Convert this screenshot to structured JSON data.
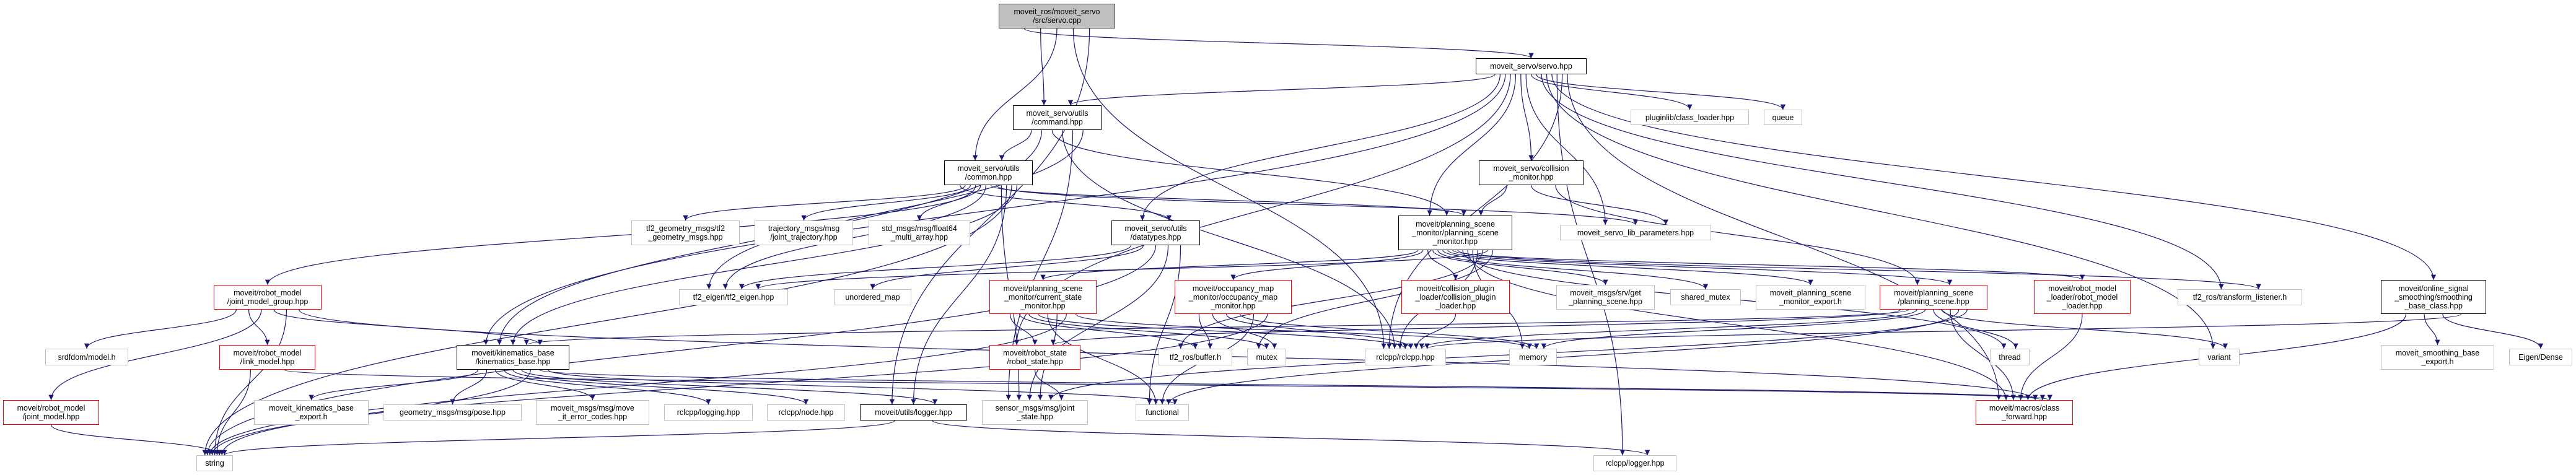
{
  "graph": {
    "edge_color": "#191970",
    "legend_colors": {
      "root_fill": "#bfbfbf",
      "documented_border": "#000000",
      "truncated_border": "#ff0000",
      "external_border": "#bfbfbf"
    },
    "nodes": [
      {
        "id": "cpp",
        "kind": "root",
        "lines": [
          "moveit_ros/moveit_servo",
          "/src/servo.cpp"
        ]
      },
      {
        "id": "servo_hpp",
        "kind": "documented",
        "lines": [
          "moveit_servo/servo.hpp"
        ]
      },
      {
        "id": "command",
        "kind": "documented",
        "lines": [
          "moveit_servo/utils",
          "/command.hpp"
        ]
      },
      {
        "id": "common",
        "kind": "documented",
        "lines": [
          "moveit_servo/utils",
          "/common.hpp"
        ]
      },
      {
        "id": "collision_monitor",
        "kind": "documented",
        "lines": [
          "moveit_servo/collision",
          "_monitor.hpp"
        ]
      },
      {
        "id": "pluginlib",
        "kind": "external",
        "lines": [
          "pluginlib/class_loader.hpp"
        ]
      },
      {
        "id": "queue",
        "kind": "external",
        "lines": [
          "queue"
        ]
      },
      {
        "id": "tf2_geometry",
        "kind": "external",
        "lines": [
          "tf2_geometry_msgs/tf2",
          "_geometry_msgs.hpp"
        ]
      },
      {
        "id": "trajectory",
        "kind": "external",
        "lines": [
          "trajectory_msgs/msg",
          "/joint_trajectory.hpp"
        ]
      },
      {
        "id": "std_msgs",
        "kind": "external",
        "lines": [
          "std_msgs/msg/float64",
          "_multi_array.hpp"
        ]
      },
      {
        "id": "datatypes",
        "kind": "documented",
        "lines": [
          "moveit_servo/utils",
          "/datatypes.hpp"
        ]
      },
      {
        "id": "psm",
        "kind": "documented",
        "lines": [
          "moveit/planning_scene",
          "_monitor/planning_scene",
          "_monitor.hpp"
        ]
      },
      {
        "id": "servo_params",
        "kind": "external",
        "lines": [
          "moveit_servo_lib_parameters.hpp"
        ]
      },
      {
        "id": "jmg",
        "kind": "truncated",
        "lines": [
          "moveit/robot_model",
          "/joint_model_group.hpp"
        ]
      },
      {
        "id": "tf2_eigen",
        "kind": "external",
        "lines": [
          "tf2_eigen/tf2_eigen.hpp"
        ]
      },
      {
        "id": "unordered_map",
        "kind": "external",
        "lines": [
          "unordered_map"
        ]
      },
      {
        "id": "csm",
        "kind": "truncated",
        "lines": [
          "moveit/planning_scene",
          "_monitor/current_state",
          "_monitor.hpp"
        ]
      },
      {
        "id": "omm",
        "kind": "truncated",
        "lines": [
          "moveit/occupancy_map",
          "_monitor/occupancy_map",
          "_monitor.hpp"
        ]
      },
      {
        "id": "cpl",
        "kind": "truncated",
        "lines": [
          "moveit/collision_plugin",
          "_loader/collision_plugin",
          "_loader.hpp"
        ]
      },
      {
        "id": "get_ps",
        "kind": "external",
        "lines": [
          "moveit_msgs/srv/get",
          "_planning_scene.hpp"
        ]
      },
      {
        "id": "shared_mutex",
        "kind": "external",
        "lines": [
          "shared_mutex"
        ]
      },
      {
        "id": "psm_export",
        "kind": "external",
        "lines": [
          "moveit_planning_scene",
          "_monitor_export.h"
        ]
      },
      {
        "id": "planning_scene",
        "kind": "truncated",
        "lines": [
          "moveit/planning_scene",
          "/planning_scene.hpp"
        ]
      },
      {
        "id": "rml",
        "kind": "truncated",
        "lines": [
          "moveit/robot_model",
          "_loader/robot_model",
          "_loader.hpp"
        ]
      },
      {
        "id": "tf_listener",
        "kind": "external",
        "lines": [
          "tf2_ros/transform_listener.h"
        ]
      },
      {
        "id": "smoothing",
        "kind": "documented",
        "lines": [
          "moveit/online_signal",
          "_smoothing/smoothing",
          "_base_class.hpp"
        ]
      },
      {
        "id": "srdfdom",
        "kind": "external",
        "lines": [
          "srdfdom/model.h"
        ]
      },
      {
        "id": "link_model",
        "kind": "truncated",
        "lines": [
          "moveit/robot_model",
          "/link_model.hpp"
        ]
      },
      {
        "id": "kinematics_base",
        "kind": "documented",
        "lines": [
          "moveit/kinematics_base",
          "/kinematics_base.hpp"
        ]
      },
      {
        "id": "robot_state",
        "kind": "truncated",
        "lines": [
          "moveit/robot_state",
          "/robot_state.hpp"
        ]
      },
      {
        "id": "tf2_buffer",
        "kind": "external",
        "lines": [
          "tf2_ros/buffer.h"
        ]
      },
      {
        "id": "mutex",
        "kind": "external",
        "lines": [
          "mutex"
        ]
      },
      {
        "id": "rclcpp",
        "kind": "external",
        "lines": [
          "rclcpp/rclcpp.hpp"
        ]
      },
      {
        "id": "memory",
        "kind": "external",
        "lines": [
          "memory"
        ]
      },
      {
        "id": "thread",
        "kind": "external",
        "lines": [
          "thread"
        ]
      },
      {
        "id": "variant",
        "kind": "external",
        "lines": [
          "variant"
        ]
      },
      {
        "id": "smoothing_export",
        "kind": "external",
        "lines": [
          "moveit_smoothing_base",
          "_export.h"
        ]
      },
      {
        "id": "eigen_dense",
        "kind": "external",
        "lines": [
          "Eigen/Dense"
        ]
      },
      {
        "id": "joint_model",
        "kind": "truncated",
        "lines": [
          "moveit/robot_model",
          "/joint_model.hpp"
        ]
      },
      {
        "id": "kin_export",
        "kind": "external",
        "lines": [
          "moveit_kinematics_base",
          "_export.h"
        ]
      },
      {
        "id": "pose",
        "kind": "external",
        "lines": [
          "geometry_msgs/msg/pose.hpp"
        ]
      },
      {
        "id": "error_codes",
        "kind": "external",
        "lines": [
          "moveit_msgs/msg/move",
          "_it_error_codes.hpp"
        ]
      },
      {
        "id": "logging",
        "kind": "external",
        "lines": [
          "rclcpp/logging.hpp"
        ]
      },
      {
        "id": "node",
        "kind": "external",
        "lines": [
          "rclcpp/node.hpp"
        ]
      },
      {
        "id": "logger",
        "kind": "documented",
        "lines": [
          "moveit/utils/logger.hpp"
        ]
      },
      {
        "id": "sensor",
        "kind": "external",
        "lines": [
          "sensor_msgs/msg/joint",
          "_state.hpp"
        ]
      },
      {
        "id": "functional",
        "kind": "external",
        "lines": [
          "functional"
        ]
      },
      {
        "id": "class_forward",
        "kind": "truncated",
        "lines": [
          "moveit/macros/class",
          "_forward.hpp"
        ]
      },
      {
        "id": "string",
        "kind": "external",
        "lines": [
          "string"
        ]
      },
      {
        "id": "rclcpp_logger",
        "kind": "external",
        "lines": [
          "rclcpp/logger.hpp"
        ]
      }
    ],
    "edges": [
      [
        "cpp",
        "servo_hpp"
      ],
      [
        "cpp",
        "command"
      ],
      [
        "cpp",
        "common"
      ],
      [
        "cpp",
        "rclcpp"
      ],
      [
        "cpp",
        "logger"
      ],
      [
        "servo_hpp",
        "command"
      ],
      [
        "servo_hpp",
        "datatypes"
      ],
      [
        "servo_hpp",
        "kinematics_base"
      ],
      [
        "servo_hpp",
        "robot_state"
      ],
      [
        "servo_hpp",
        "psm"
      ],
      [
        "servo_hpp",
        "collision_monitor"
      ],
      [
        "servo_hpp",
        "servo_params"
      ],
      [
        "servo_hpp",
        "pluginlib"
      ],
      [
        "servo_hpp",
        "queue"
      ],
      [
        "servo_hpp",
        "tf_listener"
      ],
      [
        "servo_hpp",
        "variant"
      ],
      [
        "servo_hpp",
        "smoothing"
      ],
      [
        "servo_hpp",
        "rclcpp_logger"
      ],
      [
        "servo_hpp",
        "rclcpp"
      ],
      [
        "servo_hpp",
        "class_forward"
      ],
      [
        "command",
        "common"
      ],
      [
        "command",
        "kinematics_base"
      ],
      [
        "command",
        "psm"
      ],
      [
        "command",
        "rclcpp"
      ],
      [
        "command",
        "sensor"
      ],
      [
        "command",
        "tf2_eigen"
      ],
      [
        "common",
        "datatypes"
      ],
      [
        "common",
        "tf2_geometry"
      ],
      [
        "common",
        "trajectory"
      ],
      [
        "common",
        "std_msgs"
      ],
      [
        "common",
        "jmg"
      ],
      [
        "common",
        "tf2_eigen"
      ],
      [
        "common",
        "psm"
      ],
      [
        "common",
        "servo_params"
      ],
      [
        "common",
        "sensor"
      ],
      [
        "common",
        "logger"
      ],
      [
        "common",
        "string"
      ],
      [
        "common",
        "kinematics_base"
      ],
      [
        "datatypes",
        "tf2_eigen"
      ],
      [
        "datatypes",
        "unordered_map"
      ],
      [
        "datatypes",
        "string"
      ],
      [
        "datatypes",
        "sensor"
      ],
      [
        "datatypes",
        "functional"
      ],
      [
        "collision_monitor",
        "psm"
      ],
      [
        "collision_monitor",
        "servo_params"
      ],
      [
        "collision_monitor",
        "planning_scene"
      ],
      [
        "psm",
        "csm"
      ],
      [
        "psm",
        "omm"
      ],
      [
        "psm",
        "cpl"
      ],
      [
        "psm",
        "get_ps"
      ],
      [
        "psm",
        "shared_mutex"
      ],
      [
        "psm",
        "psm_export"
      ],
      [
        "psm",
        "planning_scene"
      ],
      [
        "psm",
        "rml"
      ],
      [
        "psm",
        "tf_listener"
      ],
      [
        "psm",
        "thread"
      ],
      [
        "psm",
        "class_forward"
      ],
      [
        "psm",
        "memory"
      ],
      [
        "psm",
        "rclcpp"
      ],
      [
        "psm",
        "tf2_buffer"
      ],
      [
        "psm",
        "tf2_eigen"
      ],
      [
        "psm",
        "mutex"
      ],
      [
        "csm",
        "robot_state"
      ],
      [
        "csm",
        "tf2_buffer"
      ],
      [
        "csm",
        "mutex"
      ],
      [
        "csm",
        "rclcpp"
      ],
      [
        "csm",
        "functional"
      ],
      [
        "csm",
        "sensor"
      ],
      [
        "csm",
        "string"
      ],
      [
        "csm",
        "memory"
      ],
      [
        "omm",
        "tf2_buffer"
      ],
      [
        "omm",
        "mutex"
      ],
      [
        "omm",
        "rclcpp"
      ],
      [
        "omm",
        "memory"
      ],
      [
        "omm",
        "functional"
      ],
      [
        "omm",
        "string"
      ],
      [
        "cpl",
        "rclcpp"
      ],
      [
        "planning_scene",
        "robot_state"
      ],
      [
        "planning_scene",
        "kinematics_base"
      ],
      [
        "planning_scene",
        "rclcpp"
      ],
      [
        "planning_scene",
        "memory"
      ],
      [
        "planning_scene",
        "thread"
      ],
      [
        "planning_scene",
        "variant"
      ],
      [
        "planning_scene",
        "class_forward"
      ],
      [
        "planning_scene",
        "functional"
      ],
      [
        "planning_scene",
        "sensor"
      ],
      [
        "rml",
        "class_forward"
      ],
      [
        "smoothing",
        "class_forward"
      ],
      [
        "smoothing",
        "smoothing_export"
      ],
      [
        "smoothing",
        "eigen_dense"
      ],
      [
        "smoothing",
        "rclcpp"
      ],
      [
        "robot_state",
        "sensor"
      ],
      [
        "jmg",
        "srdfdom"
      ],
      [
        "jmg",
        "link_model"
      ],
      [
        "jmg",
        "joint_model"
      ],
      [
        "jmg",
        "kinematics_base"
      ],
      [
        "jmg",
        "string"
      ],
      [
        "jmg",
        "class_forward"
      ],
      [
        "link_model",
        "string"
      ],
      [
        "link_model",
        "class_forward"
      ],
      [
        "joint_model",
        "string"
      ],
      [
        "kinematics_base",
        "kin_export"
      ],
      [
        "kinematics_base",
        "pose"
      ],
      [
        "kinematics_base",
        "error_codes"
      ],
      [
        "kinematics_base",
        "logging"
      ],
      [
        "kinematics_base",
        "node"
      ],
      [
        "kinematics_base",
        "logger"
      ],
      [
        "kinematics_base",
        "string"
      ],
      [
        "kinematics_base",
        "class_forward"
      ],
      [
        "kinematics_base",
        "functional"
      ],
      [
        "logger",
        "string"
      ],
      [
        "logger",
        "rclcpp_logger"
      ]
    ]
  }
}
